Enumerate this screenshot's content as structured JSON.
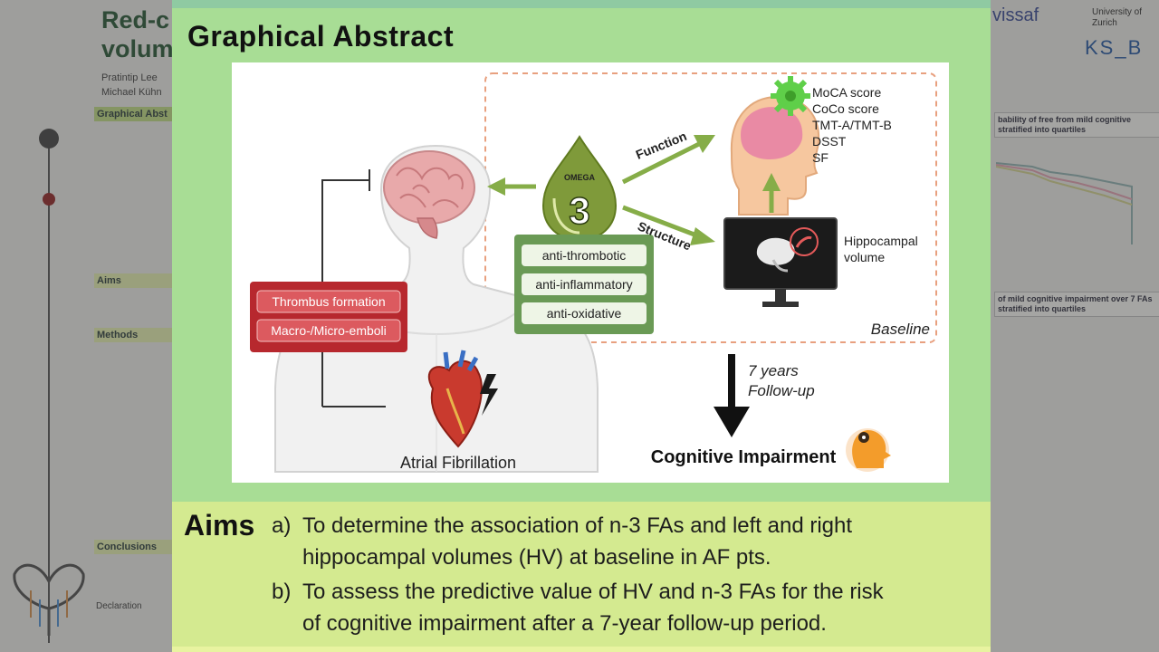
{
  "background": {
    "poster_title_lines": [
      "Red-c",
      "volum"
    ],
    "authors_lines": [
      "Pratintip Lee",
      "Michael Kühn"
    ],
    "section_graphical": "Graphical Abst",
    "section_aims": "Aims",
    "section_methods": "Methods",
    "section_conclusions": "Conclusions",
    "declaration": "Declaration",
    "logo_swiss": "vissaf",
    "logo_uzh_lines": [
      "University of",
      "Zurich"
    ],
    "logo_ksb": "KS_B",
    "right_caption_1": "bability of free from mild cognitive stratified into quartiles",
    "right_caption_2": "of mild cognitive impairment over 7 FAs stratified into quartiles"
  },
  "main": {
    "title": "Graphical Abstract",
    "diagram": {
      "thrombus": "Thrombus formation",
      "emboli": "Macro-/Micro-emboli",
      "omega_label": "OMEGA",
      "omega_number": "3",
      "benefits": [
        "anti-thrombotic",
        "anti-inflammatory",
        "anti-oxidative"
      ],
      "function_label": "Function",
      "structure_label": "Structure",
      "scores": [
        "MoCA score",
        "CoCo score",
        "TMT-A/TMT-B",
        "DSST",
        "SF"
      ],
      "hippocampal_lines": [
        "Hippocampal",
        "volume"
      ],
      "baseline": "Baseline",
      "followup_lines": [
        "7 years",
        "Follow-up"
      ],
      "atrial_fibrillation": "Atrial Fibrillation",
      "cognitive_impairment": "Cognitive Impairment"
    },
    "aims": {
      "heading": "Aims",
      "items": [
        {
          "letter": "a)",
          "lines": [
            "To determine the association of n-3 FAs and left and right",
            "hippocampal volumes (HV) at baseline in AF pts."
          ]
        },
        {
          "letter": "b)",
          "lines": [
            "To assess the predictive value of HV and n-3 FAs for the risk",
            "of cognitive impairment after a 7-year follow-up period."
          ]
        }
      ]
    }
  },
  "colors": {
    "header_green": "#a8dd95",
    "aims_yellow_green": "#d4ea90",
    "thrombus_red": "#b7282e",
    "omega_green": "#7f9a3a",
    "benefit_green": "#6a9a55",
    "arrow_green": "#86ad48",
    "baseline_dash": "#e8a07f"
  },
  "icons": [
    "brain-icon",
    "human-body-icon",
    "heart-icon",
    "lightning-icon",
    "omega3-drop-icon",
    "head-profile-icon",
    "gear-icon",
    "monitor-icon",
    "cognitive-head-icon"
  ]
}
